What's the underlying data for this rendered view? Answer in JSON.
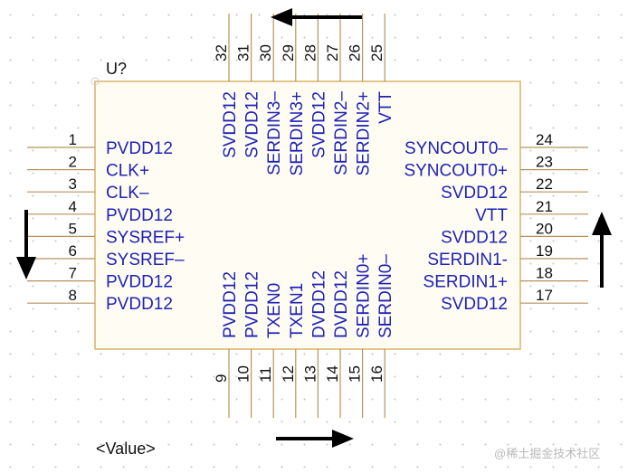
{
  "component": {
    "designator": "U?",
    "value": "<Value>",
    "colors": {
      "body_outline": "#d9b368",
      "body_fill": "#fffdf3",
      "pin_line": "#b8925a",
      "pin_name": "#1e22b4",
      "pin_number": "#111111",
      "arrow": "#000000"
    },
    "pins": {
      "left": [
        {
          "num": "1",
          "name": "PVDD12"
        },
        {
          "num": "2",
          "name": "CLK+"
        },
        {
          "num": "3",
          "name": "CLK–"
        },
        {
          "num": "4",
          "name": "PVDD12"
        },
        {
          "num": "5",
          "name": "SYSREF+"
        },
        {
          "num": "6",
          "name": "SYSREF–"
        },
        {
          "num": "7",
          "name": "PVDD12"
        },
        {
          "num": "8",
          "name": "PVDD12"
        }
      ],
      "bottom": [
        {
          "num": "9",
          "name": "PVDD12"
        },
        {
          "num": "10",
          "name": "PVDD12"
        },
        {
          "num": "11",
          "name": "TXEN0"
        },
        {
          "num": "12",
          "name": "TXEN1"
        },
        {
          "num": "13",
          "name": "DVDD12"
        },
        {
          "num": "14",
          "name": "DVDD12"
        },
        {
          "num": "15",
          "name": "SERDIN0+"
        },
        {
          "num": "16",
          "name": "SERDIN0–"
        }
      ],
      "right": [
        {
          "num": "24",
          "name": "SYNCOUT0–"
        },
        {
          "num": "23",
          "name": "SYNCOUT0+"
        },
        {
          "num": "22",
          "name": "SVDD12"
        },
        {
          "num": "21",
          "name": "VTT"
        },
        {
          "num": "20",
          "name": "SVDD12"
        },
        {
          "num": "19",
          "name": "SERDIN1-"
        },
        {
          "num": "18",
          "name": "SERDIN1+"
        },
        {
          "num": "17",
          "name": "SVDD12"
        }
      ],
      "top": [
        {
          "num": "32",
          "name": "SVDD12"
        },
        {
          "num": "31",
          "name": "SVDD12"
        },
        {
          "num": "30",
          "name": "SERDIN3–"
        },
        {
          "num": "29",
          "name": "SERDIN3+"
        },
        {
          "num": "28",
          "name": "SVDD12"
        },
        {
          "num": "27",
          "name": "SERDIN2–"
        },
        {
          "num": "26",
          "name": "SERDIN2+"
        },
        {
          "num": "25",
          "name": "VTT"
        }
      ]
    }
  },
  "arrows": {
    "top": "left-arrow",
    "left": "down-arrow",
    "bottom": "right-arrow",
    "right": "up-arrow"
  },
  "watermark": "@稀土掘金技术社区"
}
